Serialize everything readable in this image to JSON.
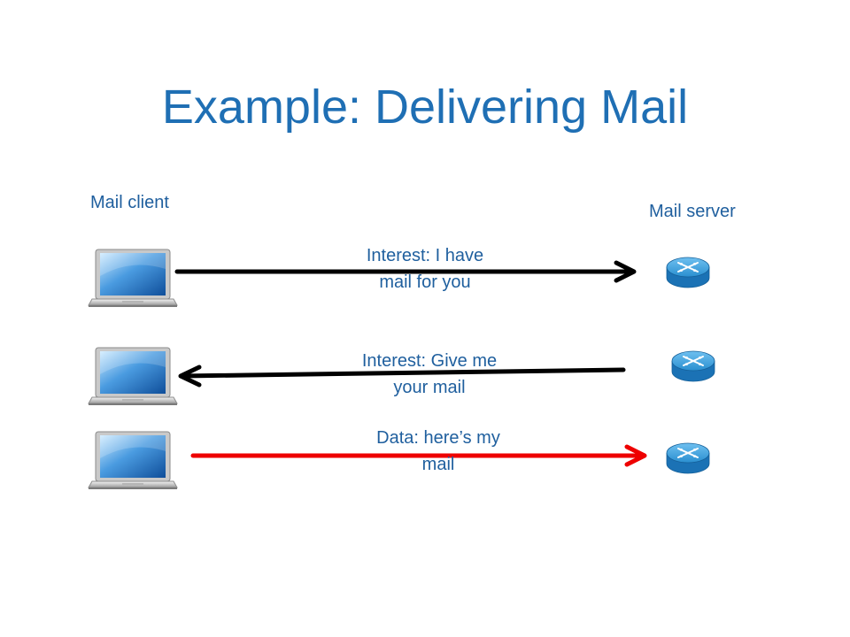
{
  "title": "Example: Delivering Mail",
  "labels": {
    "client": "Mail client",
    "server": "Mail server"
  },
  "messages": [
    {
      "line1": "Interest: I have",
      "line2": "mail for you",
      "direction": "client-to-server",
      "color": "#000000"
    },
    {
      "line1": "Interest: Give me",
      "line2": "your  mail",
      "direction": "server-to-client",
      "color": "#000000"
    },
    {
      "line1": "Data: here’s my",
      "line2": "mail",
      "direction": "client-to-server",
      "color": "#EE0000"
    }
  ],
  "icons": {
    "client": "laptop-icon",
    "server": "router-icon"
  },
  "colors": {
    "title": "#1F6FB4",
    "text": "#1F5F9E",
    "router": "#2A8FD0",
    "data_arrow": "#EE0000"
  }
}
